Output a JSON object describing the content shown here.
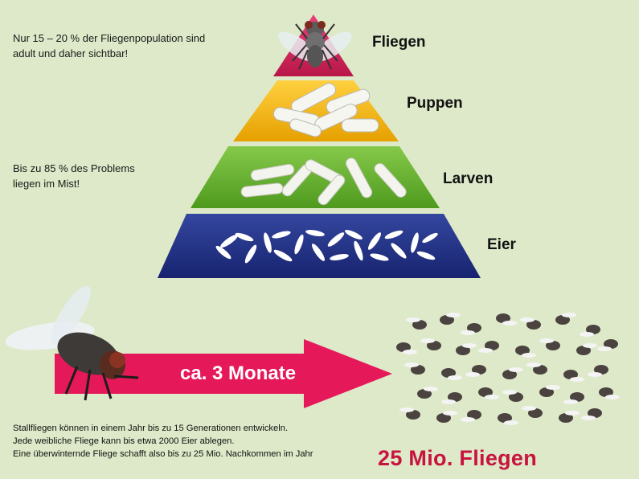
{
  "notes": {
    "top_line1": "Nur 15 – 20 % der Fliegenpopulation sind",
    "top_line2": "adult und daher sichtbar!",
    "mid_line1": "Bis zu 85 % des Problems",
    "mid_line2": "liegen im Mist!"
  },
  "pyramid": {
    "levels": [
      {
        "label": "Fliegen",
        "color": "#d5265a"
      },
      {
        "label": "Puppen",
        "color": "#f3b200"
      },
      {
        "label": "Larven",
        "color": "#64b12d"
      },
      {
        "label": "Eier",
        "color": "#1e2f8a"
      }
    ]
  },
  "arrow": {
    "label": "ca. 3 Monate",
    "color": "#e5185a"
  },
  "bottom": {
    "line1": "Stallfliegen können in einem Jahr bis zu 15 Generationen entwickeln.",
    "line2": "Jede weibliche Fliege kann bis etwa 2000 Eier ablegen.",
    "line3": "Eine überwinternde Fliege schafft also bis zu 25 Mio. Nachkommen im Jahr"
  },
  "result": {
    "label": "25 Mio. Fliegen"
  }
}
